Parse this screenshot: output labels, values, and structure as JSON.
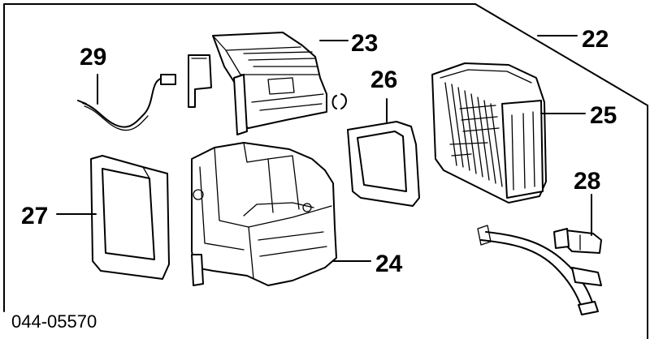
{
  "diagram": {
    "code": "044-05570",
    "callouts": {
      "c22": "22",
      "c23": "23",
      "c24": "24",
      "c25": "25",
      "c26": "26",
      "c27": "27",
      "c28": "28",
      "c29": "29"
    }
  }
}
